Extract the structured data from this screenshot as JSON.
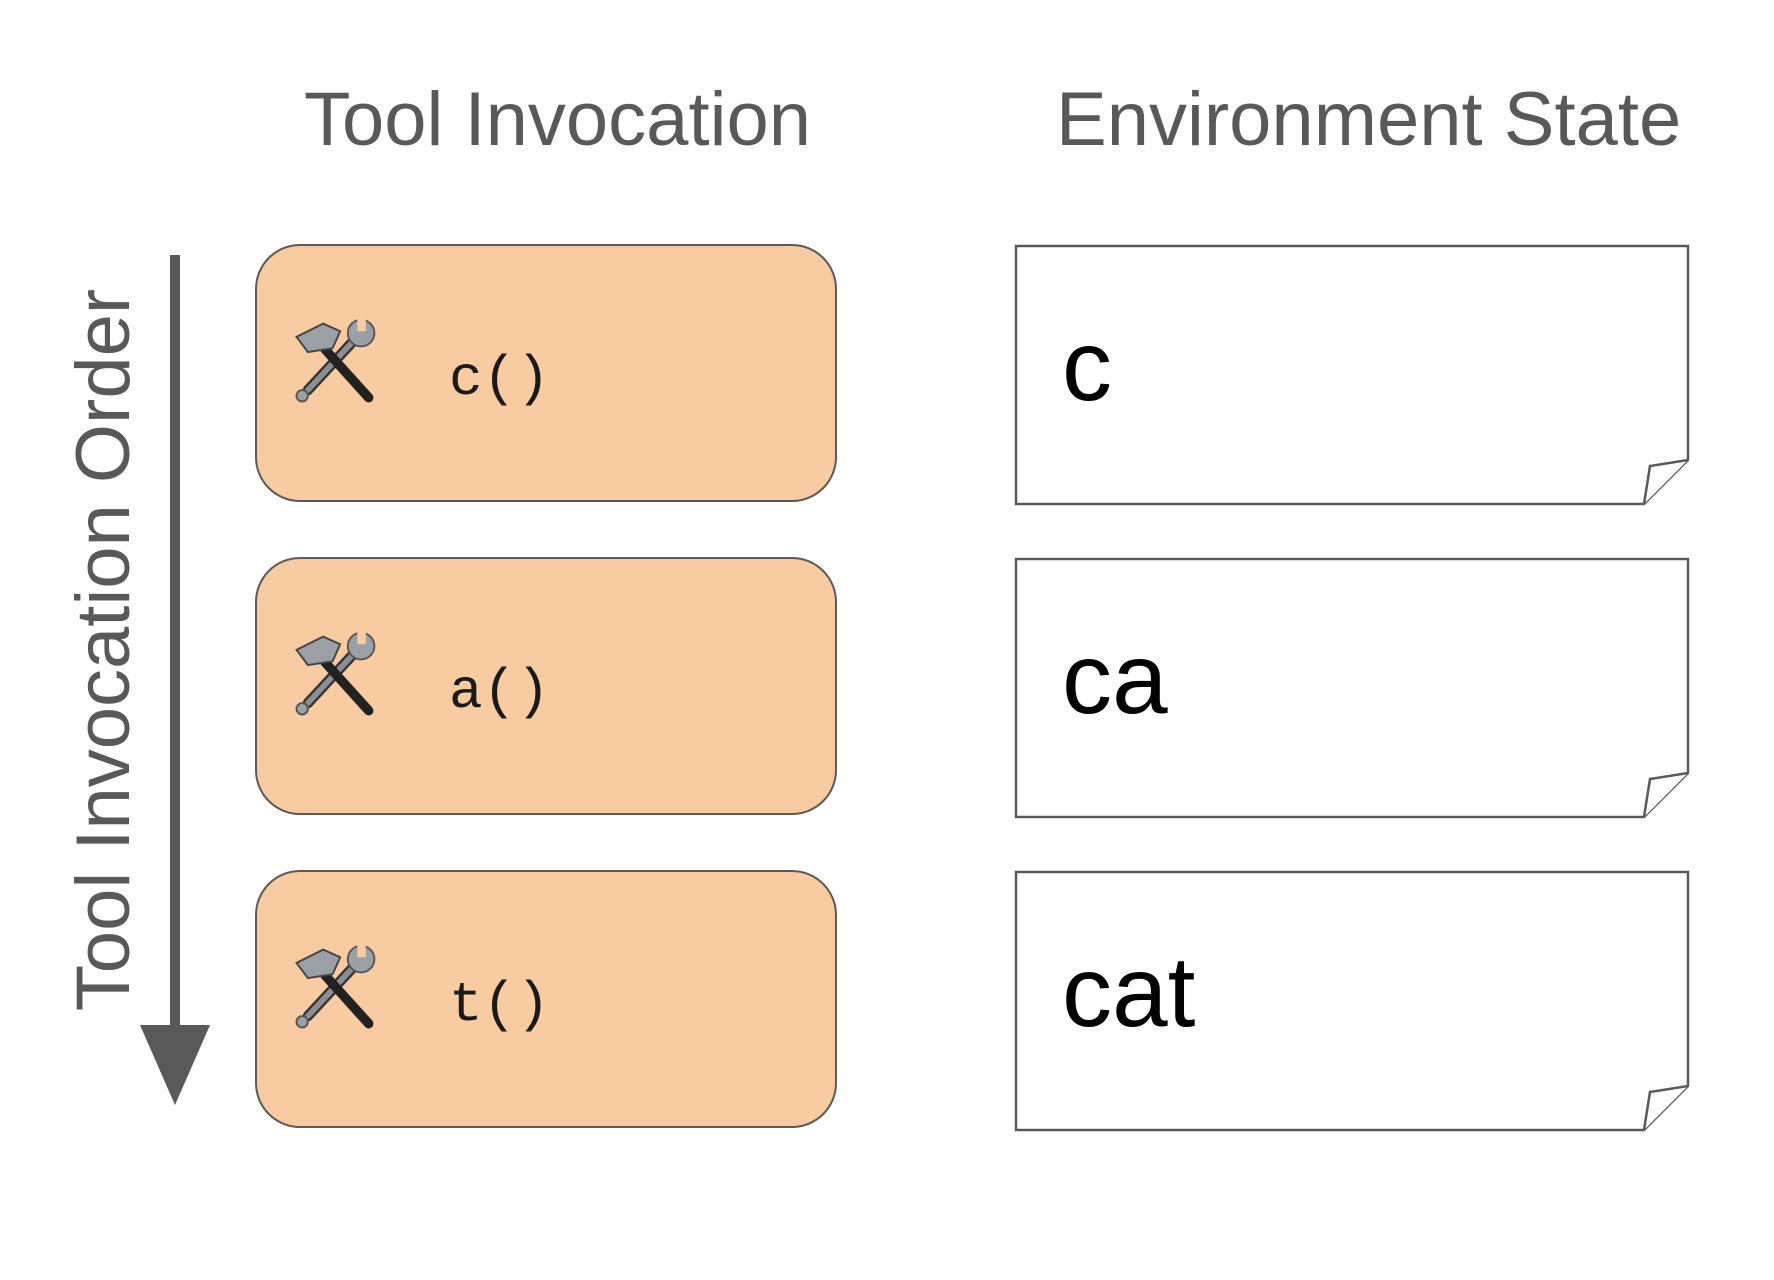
{
  "headers": {
    "tool_invocation": "Tool Invocation",
    "environment_state": "Environment State"
  },
  "axis": {
    "label": "Tool Invocation Order"
  },
  "steps": [
    {
      "tool_call": "c()",
      "state": "c"
    },
    {
      "tool_call": "a()",
      "state": "ca"
    },
    {
      "tool_call": "t()",
      "state": "cat"
    }
  ],
  "icons": {
    "tool": "hammer-and-wrench-icon",
    "state": "document-page-icon",
    "order": "down-arrow-icon"
  },
  "colors": {
    "tool_box_fill": "#f8cba0",
    "border": "#5a5a5a",
    "label_text": "#595959"
  }
}
